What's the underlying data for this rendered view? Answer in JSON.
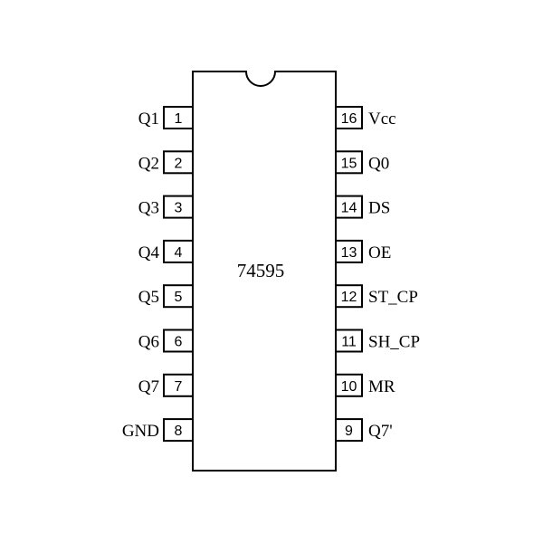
{
  "chip": {
    "name": "74595",
    "left_pins": [
      {
        "number": "1",
        "name": "Q1"
      },
      {
        "number": "2",
        "name": "Q2"
      },
      {
        "number": "3",
        "name": "Q3"
      },
      {
        "number": "4",
        "name": "Q4"
      },
      {
        "number": "5",
        "name": "Q5"
      },
      {
        "number": "6",
        "name": "Q6"
      },
      {
        "number": "7",
        "name": "Q7"
      },
      {
        "number": "8",
        "name": "GND"
      }
    ],
    "right_pins": [
      {
        "number": "16",
        "name": "Vcc"
      },
      {
        "number": "15",
        "name": "Q0"
      },
      {
        "number": "14",
        "name": "DS"
      },
      {
        "number": "13",
        "name": "OE"
      },
      {
        "number": "12",
        "name": "ST_CP"
      },
      {
        "number": "11",
        "name": "SH_CP"
      },
      {
        "number": "10",
        "name": "MR"
      },
      {
        "number": "9",
        "name": "Q7'"
      }
    ]
  },
  "colors": {
    "line": "#000000",
    "background": "#ffffff"
  }
}
